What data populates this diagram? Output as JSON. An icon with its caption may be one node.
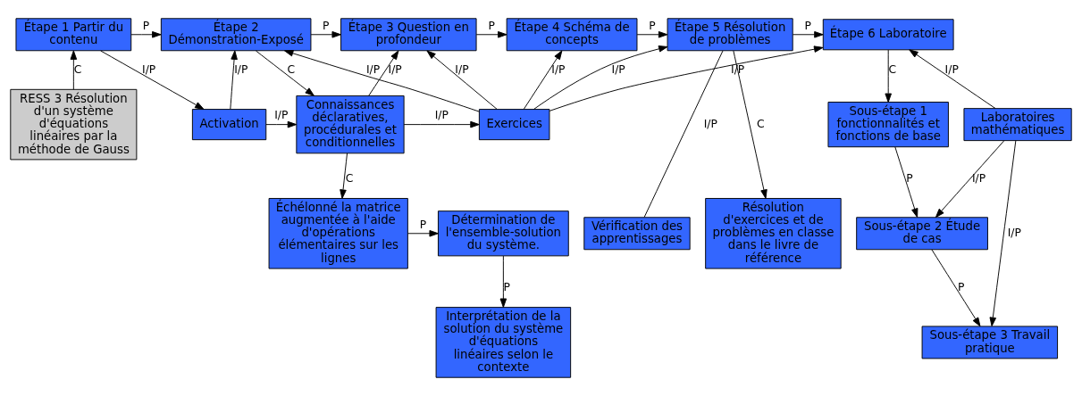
{
  "diagram": {
    "nodes": [
      {
        "text": [
          "Étape 1 Partir du contenu"
        ]
      },
      {
        "text": [
          "Étape 2 Démonstration-Exposé"
        ]
      },
      {
        "text": [
          "Étape 3 Question en profondeur"
        ]
      },
      {
        "text": [
          "Étape 4 Schéma de concepts"
        ]
      },
      {
        "text": [
          "Étape 5 Résolution de problèmes"
        ]
      },
      {
        "text": [
          "Étape 6 Laboratoire"
        ]
      },
      {
        "text": [
          "RESS 3 Résolution d'un système d'équations linéaires par la méthode de Gauss"
        ]
      },
      {
        "text": [
          "Activation"
        ]
      },
      {
        "text": [
          "Connaissances déclaratives, procédurales et conditionnelles"
        ]
      },
      {
        "text": [
          "Exercices"
        ]
      },
      {
        "text": [
          "Sous-étape 1 fonctionnalités et fonctions de base"
        ]
      },
      {
        "text": [
          "Laboratoires mathématiques"
        ]
      },
      {
        "text": [
          "Échélonné la matrice augmentée à l'aide d'opérations élémentaires sur les lignes"
        ]
      },
      {
        "text": [
          "Détermination de l'ensemble-solution du système."
        ]
      },
      {
        "text": [
          "Vérification des apprentissages"
        ]
      },
      {
        "text": [
          "Sous-étape 2 Étude de cas"
        ]
      },
      {
        "text": [
          "Résolution d'exercices et de problèmes en classe dans le livre de référence"
        ]
      },
      {
        "text": [
          "Interprétation de la solution du système d'équations linéaires selon le contexte"
        ]
      },
      {
        "text": [
          "Sous-étape 3 Travail pratique"
        ]
      }
    ],
    "edges": [
      {
        "from": 0,
        "to": 1,
        "arrow": "to",
        "label": "P"
      },
      {
        "from": 1,
        "to": 2,
        "arrow": "to",
        "label": "P"
      },
      {
        "from": 2,
        "to": 3,
        "arrow": "to",
        "label": "P"
      },
      {
        "from": 3,
        "to": 4,
        "arrow": "to",
        "label": "P"
      },
      {
        "from": 4,
        "to": 5,
        "arrow": "to",
        "label": "P"
      },
      {
        "from": 6,
        "to": 0,
        "arrow": "to",
        "label": "C"
      },
      {
        "from": 0,
        "to": 7,
        "arrow": "to",
        "label": "I/P"
      },
      {
        "from": 7,
        "to": 1,
        "arrow": "to",
        "label": "I/P"
      },
      {
        "from": 1,
        "to": 8,
        "arrow": "to",
        "label": "C"
      },
      {
        "from": 7,
        "to": 8,
        "arrow": "to",
        "label": "I/P"
      },
      {
        "from": 8,
        "to": 2,
        "arrow": "to",
        "label": "I/P"
      },
      {
        "from": 8,
        "to": 9,
        "arrow": "to",
        "label": "I/P"
      },
      {
        "from": 9,
        "to": 1,
        "arrow": "to",
        "label": "I/P"
      },
      {
        "from": 9,
        "to": 2,
        "arrow": "to",
        "label": "I/P"
      },
      {
        "from": 9,
        "to": 3,
        "arrow": "to",
        "label": "I/P"
      },
      {
        "from": 9,
        "to": 4,
        "arrow": "to",
        "label": "I/P"
      },
      {
        "from": 9,
        "to": 5,
        "arrow": "to",
        "label": "I/P"
      },
      {
        "from": 14,
        "to": 4,
        "arrow": "none",
        "label": "I/P"
      },
      {
        "from": 4,
        "to": 16,
        "arrow": "to",
        "label": "C"
      },
      {
        "from": 5,
        "to": 10,
        "arrow": "to",
        "label": "C"
      },
      {
        "from": 11,
        "to": 5,
        "arrow": "to",
        "label": "I/P"
      },
      {
        "from": 10,
        "to": 15,
        "arrow": "to",
        "label": "P"
      },
      {
        "from": 11,
        "to": 15,
        "arrow": "to",
        "label": "I/P"
      },
      {
        "from": 11,
        "to": 18,
        "arrow": "to",
        "label": "I/P"
      },
      {
        "from": 15,
        "to": 18,
        "arrow": "to",
        "label": "P"
      },
      {
        "from": 8,
        "to": 12,
        "arrow": "to",
        "label": "C"
      },
      {
        "from": 12,
        "to": 13,
        "arrow": "to",
        "label": "P"
      },
      {
        "from": 13,
        "to": 17,
        "arrow": "to",
        "label": "P"
      }
    ]
  }
}
